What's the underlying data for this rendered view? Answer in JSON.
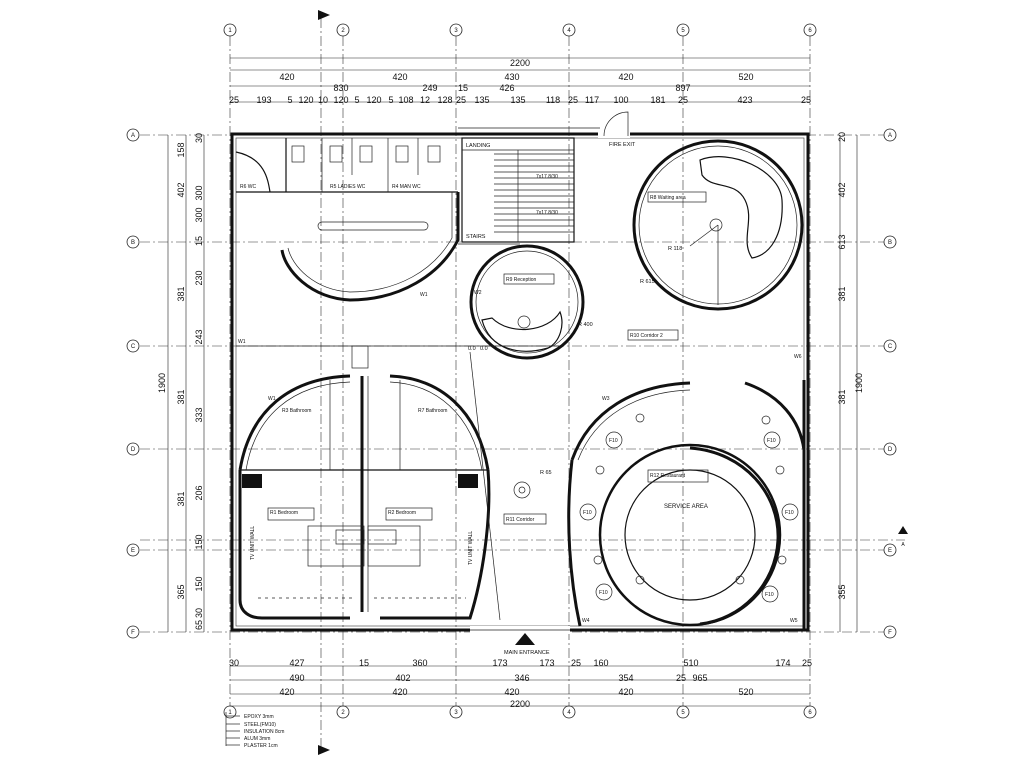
{
  "grid": {
    "columns": [
      "1",
      "2",
      "3",
      "4",
      "5",
      "6"
    ],
    "rows": [
      "A",
      "B",
      "C",
      "D",
      "E",
      "F"
    ]
  },
  "dims": {
    "top_total": "2200",
    "top_row1": [
      "420",
      "420",
      "430",
      "420",
      "520"
    ],
    "top_row2": [
      "830",
      "249",
      "15",
      "426",
      "897"
    ],
    "top_row3": [
      "25",
      "193",
      "5",
      "120",
      "10",
      "120",
      "5",
      "120",
      "5",
      "108",
      "12",
      "128",
      "25",
      "135",
      "135",
      "118",
      "25",
      "117",
      "100",
      "181",
      "25",
      "423",
      "25"
    ],
    "left_total": "1900",
    "left_row1": [
      "158",
      "402",
      "381",
      "381",
      "381",
      "365"
    ],
    "left_row2": [
      "30",
      "300",
      "300",
      "15",
      "230",
      "243",
      "333",
      "206",
      "150",
      "150",
      "30",
      "65"
    ],
    "right_total": "1900",
    "right_row1": [
      "20",
      "402",
      "613",
      "381",
      "381",
      "355"
    ],
    "bottom_row1": [
      "30",
      "427",
      "15",
      "360",
      "173",
      "173",
      "25",
      "160",
      "510",
      "174",
      "25"
    ],
    "bottom_row2": [
      "490",
      "402",
      "346",
      "354",
      "25",
      "965"
    ],
    "bottom_row3": [
      "420",
      "420",
      "420",
      "420",
      "520"
    ],
    "bottom_total": "2200"
  },
  "legend": [
    "EPOXY 3mm",
    "STEEL(FM10)",
    "INSULATION 8cm",
    "ALUM 3mm",
    "PLASTER 1cm"
  ],
  "labels": {
    "landing": "LANDING",
    "stairs": "STAIRS",
    "fire_exit": "FIRE EXIT",
    "main_entrance": "MAIN ENTRANCE",
    "service_area": "SERVICE AREA",
    "tv_unit_wall_left": "TV UNIT WALL",
    "tv_unit_wall_right": "TV UNIT WALL",
    "gents_wc": "R6 WC",
    "ladies_wc": "R5 LADIES WC",
    "main_wc": "R4 MAN WC",
    "waiting": "R8 Waiting area",
    "reception": "R9 Reception",
    "corridor2": "R10 Corridor 2",
    "restaurant": "R12 Restaurant",
    "corridor": "R11 Corridor",
    "bedroom1": "R1 Bedroom",
    "bedroom2": "R2 Bedroom",
    "bathroom1": "R3 Bathroom",
    "bathroom2": "R7 Bathroom",
    "radius_118": "R 118",
    "radius_615": "R 615",
    "radius_400": "R 400",
    "radius_65": "R 65",
    "stair_tread1": "7x17.8/30",
    "stair_tread2": "7x17.8/30",
    "wall_w1": "W1",
    "wall_w2": "W2",
    "wall_w3": "W3",
    "wall_w4": "W4",
    "wall_w5": "W5",
    "wall_w6": "W6",
    "level": "0.0",
    "table": "F10",
    "page_marker": "A"
  }
}
